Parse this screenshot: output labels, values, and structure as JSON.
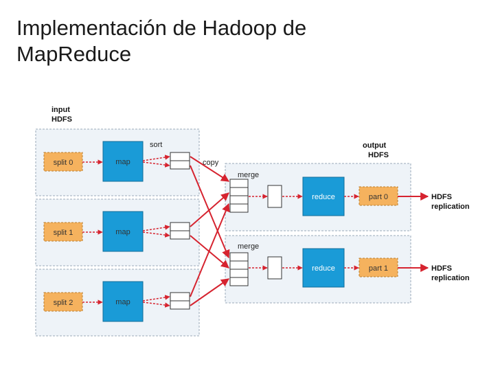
{
  "title": {
    "line1": "Implementación de Hadoop de",
    "line2": "MapReduce"
  },
  "diagram": {
    "input_label": [
      "input",
      "HDFS"
    ],
    "output_label": [
      "output",
      "HDFS"
    ],
    "sort_label": "sort",
    "copy_label": "copy",
    "merge_label": "merge",
    "splits": [
      "split 0",
      "split 1",
      "split 2"
    ],
    "map_label": "map",
    "reduce_label": "reduce",
    "parts": [
      "part 0",
      "part 1"
    ],
    "hdfs_replication": [
      "HDFS",
      "replication"
    ],
    "colors": {
      "map_fill": "#1a9bd7",
      "split_fill": "#f5b25e",
      "arrow": "#d6232f",
      "panel": "#eef3f8",
      "panel_border": "#9aa8b8"
    }
  }
}
